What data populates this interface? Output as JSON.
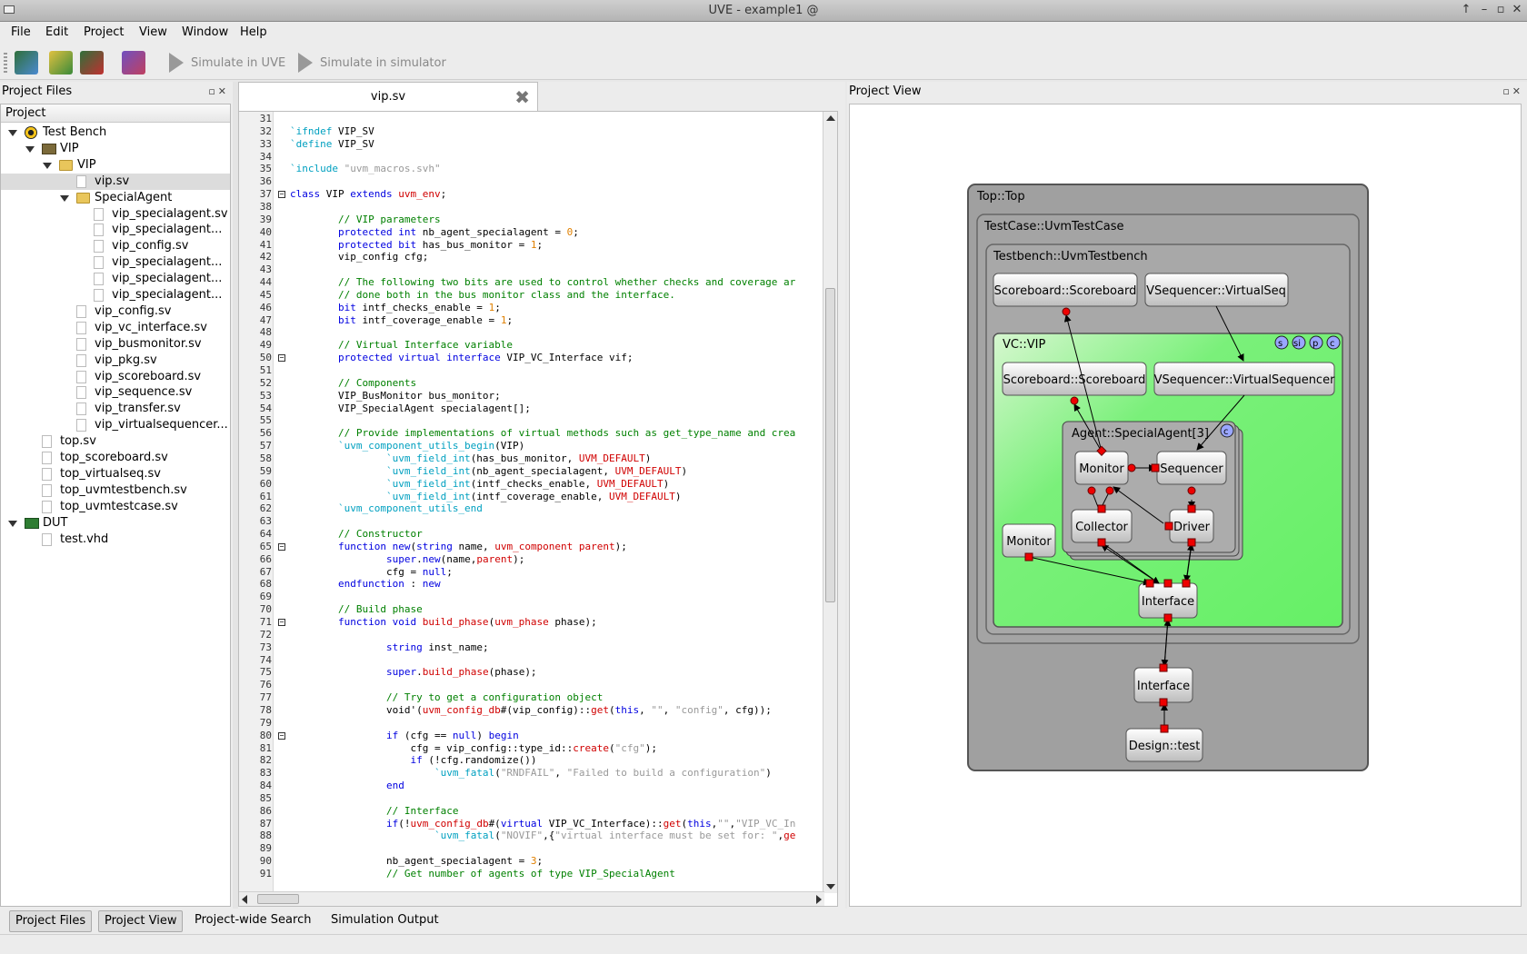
{
  "window": {
    "title": "UVE - example1 @"
  },
  "menu": [
    "File",
    "Edit",
    "Project",
    "View",
    "Window",
    "Help"
  ],
  "toolbar": {
    "sim_uve": "Simulate in UVE",
    "sim_simulator": "Simulate in simulator"
  },
  "project_files": {
    "title": "Project Files",
    "header": "Project",
    "items": [
      {
        "label": "Test Bench",
        "depth": 0,
        "icon": "bench",
        "expanded": true
      },
      {
        "label": "VIP",
        "depth": 1,
        "icon": "vip",
        "expanded": true
      },
      {
        "label": "VIP",
        "depth": 2,
        "icon": "folder",
        "expanded": true
      },
      {
        "label": "vip.sv",
        "depth": 3,
        "icon": "file",
        "selected": true
      },
      {
        "label": "SpecialAgent",
        "depth": 3,
        "icon": "folder",
        "expanded": true
      },
      {
        "label": "vip_specialagent.sv",
        "depth": 4,
        "icon": "file"
      },
      {
        "label": "vip_specialagent...",
        "depth": 4,
        "icon": "file"
      },
      {
        "label": "vip_config.sv",
        "depth": 4,
        "icon": "file"
      },
      {
        "label": "vip_specialagent...",
        "depth": 4,
        "icon": "file"
      },
      {
        "label": "vip_specialagent...",
        "depth": 4,
        "icon": "file"
      },
      {
        "label": "vip_specialagent...",
        "depth": 4,
        "icon": "file"
      },
      {
        "label": "vip_config.sv",
        "depth": 3,
        "icon": "file"
      },
      {
        "label": "vip_vc_interface.sv",
        "depth": 3,
        "icon": "file"
      },
      {
        "label": "vip_busmonitor.sv",
        "depth": 3,
        "icon": "file"
      },
      {
        "label": "vip_pkg.sv",
        "depth": 3,
        "icon": "file"
      },
      {
        "label": "vip_scoreboard.sv",
        "depth": 3,
        "icon": "file"
      },
      {
        "label": "vip_sequence.sv",
        "depth": 3,
        "icon": "file"
      },
      {
        "label": "vip_transfer.sv",
        "depth": 3,
        "icon": "file"
      },
      {
        "label": "vip_virtualsequencer...",
        "depth": 3,
        "icon": "file"
      },
      {
        "label": "top.sv",
        "depth": 1,
        "icon": "file"
      },
      {
        "label": "top_scoreboard.sv",
        "depth": 1,
        "icon": "file"
      },
      {
        "label": "top_virtualseq.sv",
        "depth": 1,
        "icon": "file"
      },
      {
        "label": "top_uvmtestbench.sv",
        "depth": 1,
        "icon": "file"
      },
      {
        "label": "top_uvmtestcase.sv",
        "depth": 1,
        "icon": "file"
      },
      {
        "label": "DUT",
        "depth": 0,
        "icon": "dut",
        "expanded": true
      },
      {
        "label": "test.vhd",
        "depth": 1,
        "icon": "file"
      }
    ]
  },
  "editor": {
    "tab": "vip.sv",
    "lines": [
      {
        "n": "31",
        "html": ""
      },
      {
        "n": "32",
        "html": "<span class='mac'>`ifndef</span> VIP_SV"
      },
      {
        "n": "33",
        "html": "<span class='mac'>`define</span> VIP_SV"
      },
      {
        "n": "34",
        "html": ""
      },
      {
        "n": "35",
        "html": "<span class='mac'>`include</span> <span class='st'>\"uvm_macros.svh\"</span>"
      },
      {
        "n": "36",
        "html": ""
      },
      {
        "n": "37",
        "fold": true,
        "html": "<span class='kw'>class</span> VIP <span class='kw'>extends</span> <span class='rd'>uvm_env</span>;"
      },
      {
        "n": "38",
        "html": ""
      },
      {
        "n": "39",
        "html": "        <span class='cm'>// VIP parameters</span>"
      },
      {
        "n": "40",
        "html": "        <span class='kw'>protected int</span> nb_agent_specialagent = <span class='nm'>0</span>;"
      },
      {
        "n": "41",
        "html": "        <span class='kw'>protected bit</span> has_bus_monitor = <span class='nm'>1</span>;"
      },
      {
        "n": "42",
        "html": "        vip_config cfg;"
      },
      {
        "n": "43",
        "html": ""
      },
      {
        "n": "44",
        "html": "        <span class='cm'>// The following two bits are used to control whether checks and coverage ar</span>"
      },
      {
        "n": "45",
        "html": "        <span class='cm'>// done both in the bus monitor class and the interface.</span>"
      },
      {
        "n": "46",
        "html": "        <span class='kw'>bit</span> intf_checks_enable = <span class='nm'>1</span>;"
      },
      {
        "n": "47",
        "html": "        <span class='kw'>bit</span> intf_coverage_enable = <span class='nm'>1</span>;"
      },
      {
        "n": "48",
        "html": ""
      },
      {
        "n": "49",
        "html": "        <span class='cm'>// Virtual Interface variable</span>"
      },
      {
        "n": "50",
        "fold": true,
        "html": "        <span class='kw'>protected virtual interface</span> VIP_VC_Interface vif;"
      },
      {
        "n": "51",
        "html": ""
      },
      {
        "n": "52",
        "html": "        <span class='cm'>// Components</span>"
      },
      {
        "n": "53",
        "html": "        VIP_BusMonitor bus_monitor;"
      },
      {
        "n": "54",
        "html": "        VIP_SpecialAgent specialagent[];"
      },
      {
        "n": "55",
        "html": ""
      },
      {
        "n": "56",
        "html": "        <span class='cm'>// Provide implementations of virtual methods such as get_type_name and crea</span>"
      },
      {
        "n": "57",
        "html": "        <span class='mac'>`uvm_component_utils_begin</span>(VIP)"
      },
      {
        "n": "58",
        "html": "                <span class='mac'>`uvm_field_int</span>(has_bus_monitor, <span class='rd'>UVM_DEFAULT</span>)"
      },
      {
        "n": "59",
        "html": "                <span class='mac'>`uvm_field_int</span>(nb_agent_specialagent, <span class='rd'>UVM_DEFAULT</span>)"
      },
      {
        "n": "60",
        "html": "                <span class='mac'>`uvm_field_int</span>(intf_checks_enable, <span class='rd'>UVM_DEFAULT</span>)"
      },
      {
        "n": "61",
        "html": "                <span class='mac'>`uvm_field_int</span>(intf_coverage_enable, <span class='rd'>UVM_DEFAULT</span>)"
      },
      {
        "n": "62",
        "html": "        <span class='mac'>`uvm_component_utils_end</span>"
      },
      {
        "n": "63",
        "html": ""
      },
      {
        "n": "64",
        "html": "        <span class='cm'>// Constructor</span>"
      },
      {
        "n": "65",
        "fold": true,
        "html": "        <span class='kw'>function new</span>(<span class='kw'>string</span> name, <span class='rd'>uvm_component parent</span>);"
      },
      {
        "n": "66",
        "html": "                <span class='kw'>super</span>.<span class='kw'>new</span>(name,<span class='rd'>parent</span>);"
      },
      {
        "n": "67",
        "html": "                cfg = <span class='kw'>null</span>;"
      },
      {
        "n": "68",
        "html": "        <span class='kw'>endfunction</span> : <span class='kw'>new</span>"
      },
      {
        "n": "69",
        "html": ""
      },
      {
        "n": "70",
        "html": "        <span class='cm'>// Build phase</span>"
      },
      {
        "n": "71",
        "fold": true,
        "html": "        <span class='kw'>function void</span> <span class='rd'>build_phase</span>(<span class='rd'>uvm_phase</span> phase);"
      },
      {
        "n": "72",
        "html": ""
      },
      {
        "n": "73",
        "html": "                <span class='kw'>string</span> inst_name;"
      },
      {
        "n": "74",
        "html": ""
      },
      {
        "n": "75",
        "html": "                <span class='kw'>super</span>.<span class='rd'>build_phase</span>(phase);"
      },
      {
        "n": "76",
        "html": ""
      },
      {
        "n": "77",
        "html": "                <span class='cm'>// Try to get a configuration object</span>"
      },
      {
        "n": "78",
        "html": "                void'(<span class='rd'>uvm_config_db</span>#(vip_config)::<span class='rd'>get</span>(<span class='kw'>this</span>, <span class='st'>\"\"</span>, <span class='st'>\"config\"</span>, cfg));"
      },
      {
        "n": "79",
        "html": ""
      },
      {
        "n": "80",
        "fold": true,
        "html": "                <span class='kw'>if</span> (cfg == <span class='kw'>null</span>) <span class='kw'>begin</span>"
      },
      {
        "n": "81",
        "html": "                    cfg = vip_config::type_id::<span class='rd'>create</span>(<span class='st'>\"cfg\"</span>);"
      },
      {
        "n": "82",
        "html": "                    <span class='kw'>if</span> (!cfg.randomize())"
      },
      {
        "n": "83",
        "html": "                        <span class='mac'>`uvm_fatal</span>(<span class='st'>\"RNDFAIL\"</span>, <span class='st'>\"Failed to build a configuration\"</span>)"
      },
      {
        "n": "84",
        "html": "                <span class='kw'>end</span>"
      },
      {
        "n": "85",
        "html": ""
      },
      {
        "n": "86",
        "html": "                <span class='cm'>// Interface</span>"
      },
      {
        "n": "87",
        "html": "                <span class='kw'>if</span>(!<span class='rd'>uvm_config_db</span>#(<span class='kw'>virtual</span> VIP_VC_Interface)::<span class='rd'>get</span>(<span class='kw'>this</span>,<span class='st'>\"\"</span>,<span class='st'>\"VIP_VC_In</span>"
      },
      {
        "n": "88",
        "html": "                        <span class='mac'>`uvm_fatal</span>(<span class='st'>\"NOVIF\"</span>,{<span class='st'>\"virtual interface must be set for: \"</span>,<span class='rd'>ge</span>"
      },
      {
        "n": "89",
        "html": ""
      },
      {
        "n": "90",
        "html": "                nb_agent_specialagent = <span class='nm'>3</span>;"
      },
      {
        "n": "91",
        "html": "                <span class='cm'>// Get number of agents of type VIP_SpecialAgent</span>"
      }
    ]
  },
  "project_view": {
    "title": "Project View",
    "containers": {
      "top": "Top::Top",
      "testcase": "TestCase::UvmTestCase",
      "testbench": "Testbench::UvmTestbench",
      "vc": "VC::VIP",
      "agent": "Agent::SpecialAgent[3]"
    },
    "vc_badges": [
      "s",
      "si",
      "p",
      "c"
    ],
    "agent_badge": "c",
    "nodes": {
      "tb_scoreboard": "Scoreboard::Scoreboard",
      "tb_vseq": "VSequencer::VirtualSeq",
      "vc_scoreboard": "Scoreboard::Scoreboard",
      "vc_vseq": "VSequencer::VirtualSequencer",
      "agent_monitor": "Monitor",
      "sequencer": "Sequencer",
      "collector": "Collector",
      "driver": "Driver",
      "vc_monitor": "Monitor",
      "vc_interface": "Interface",
      "top_interface": "Interface",
      "design": "Design::test"
    }
  },
  "bottom_tabs": [
    {
      "label": "Project Files",
      "active": true
    },
    {
      "label": "Project View",
      "active": true
    },
    {
      "label": "Project-wide Search",
      "active": false
    },
    {
      "label": "Simulation Output",
      "active": false
    }
  ]
}
